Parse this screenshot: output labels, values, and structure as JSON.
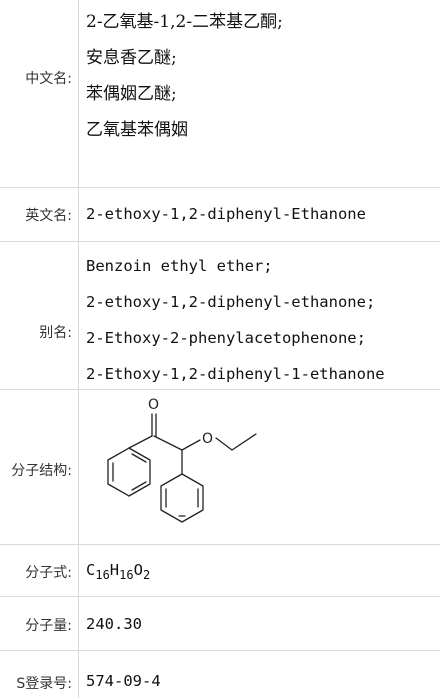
{
  "rows": {
    "chinese_name": {
      "label": "中文名:",
      "values": [
        "2-乙氧基-1,2-二苯基乙酮;",
        "安息香乙醚;",
        "苯偶姻乙醚;",
        "乙氧基苯偶姻"
      ]
    },
    "english_name": {
      "label": "英文名:",
      "value": "2-ethoxy-1,2-diphenyl-Ethanone"
    },
    "alias": {
      "label": "别名:",
      "values": [
        "Benzoin ethyl ether;",
        "2-ethoxy-1,2-diphenyl-ethanone;",
        "2-Ethoxy-2-phenylacetophenone;",
        "2-Ethoxy-1,2-diphenyl-1-ethanone"
      ]
    },
    "structure": {
      "label": "分子结构:",
      "atom_o_carbonyl": "O",
      "atom_o_ether": "O"
    },
    "formula": {
      "label": "分子式:",
      "parts": [
        {
          "text": "C",
          "sub": "16"
        },
        {
          "text": "H",
          "sub": "16"
        },
        {
          "text": "O",
          "sub": "2"
        }
      ]
    },
    "weight": {
      "label": "分子量:",
      "value": "240.30"
    },
    "cas": {
      "label": "S登录号:",
      "value": "574-09-4"
    }
  }
}
